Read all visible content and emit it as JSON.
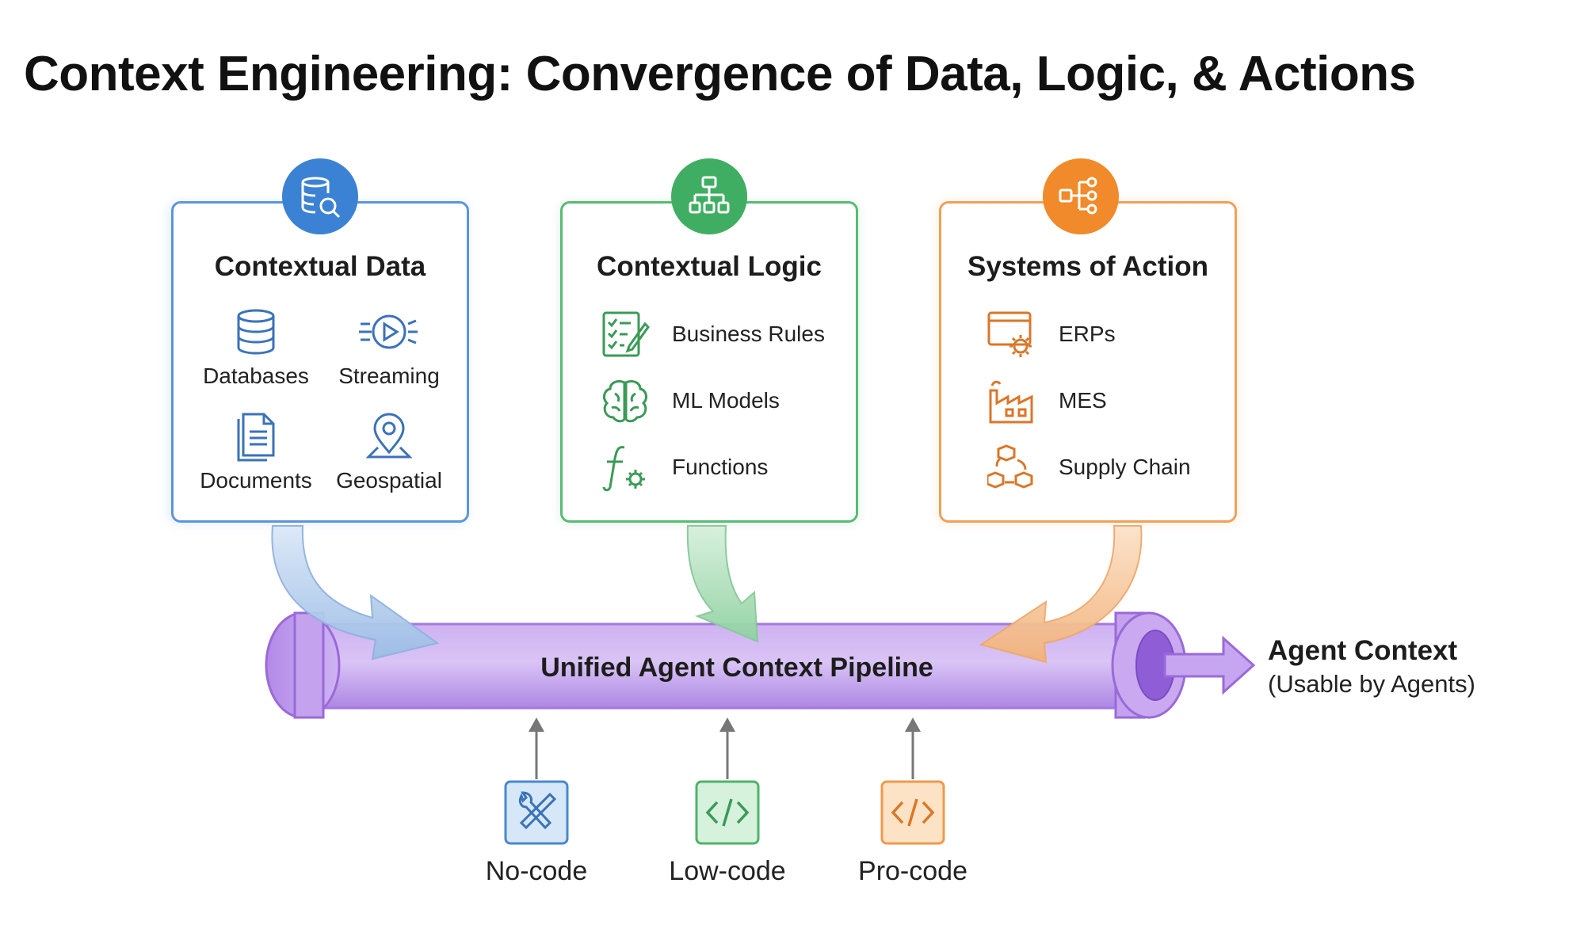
{
  "title": "Context Engineering: Convergence of Data, Logic, & Actions",
  "colors": {
    "blue": "#3b82d4",
    "green": "#3fae62",
    "orange": "#f08a2a",
    "purple": "#a67ae0"
  },
  "cards": [
    {
      "title": "Contextual Data",
      "icon": "database-search-icon",
      "items": [
        {
          "label": "Databases",
          "icon": "database-icon"
        },
        {
          "label": "Streaming",
          "icon": "streaming-icon"
        },
        {
          "label": "Documents",
          "icon": "documents-icon"
        },
        {
          "label": "Geospatial",
          "icon": "location-pin-icon"
        }
      ]
    },
    {
      "title": "Contextual Logic",
      "icon": "hierarchy-icon",
      "items": [
        {
          "label": "Business Rules",
          "icon": "checklist-icon"
        },
        {
          "label": "ML Models",
          "icon": "brain-icon"
        },
        {
          "label": "Functions",
          "icon": "function-icon"
        }
      ]
    },
    {
      "title": "Systems of Action",
      "icon": "flow-icon",
      "items": [
        {
          "label": "ERPs",
          "icon": "window-gear-icon"
        },
        {
          "label": "MES",
          "icon": "factory-icon"
        },
        {
          "label": "Supply Chain",
          "icon": "supply-chain-icon"
        }
      ]
    }
  ],
  "pipeline": {
    "label": "Unified Agent Context Pipeline"
  },
  "output": {
    "title": "Agent Context",
    "subtitle": "(Usable by Agents)"
  },
  "tools": [
    {
      "label": "No-code",
      "icon": "wrench-screwdriver-icon"
    },
    {
      "label": "Low-code",
      "icon": "code-icon"
    },
    {
      "label": "Pro-code",
      "icon": "code-icon"
    }
  ]
}
